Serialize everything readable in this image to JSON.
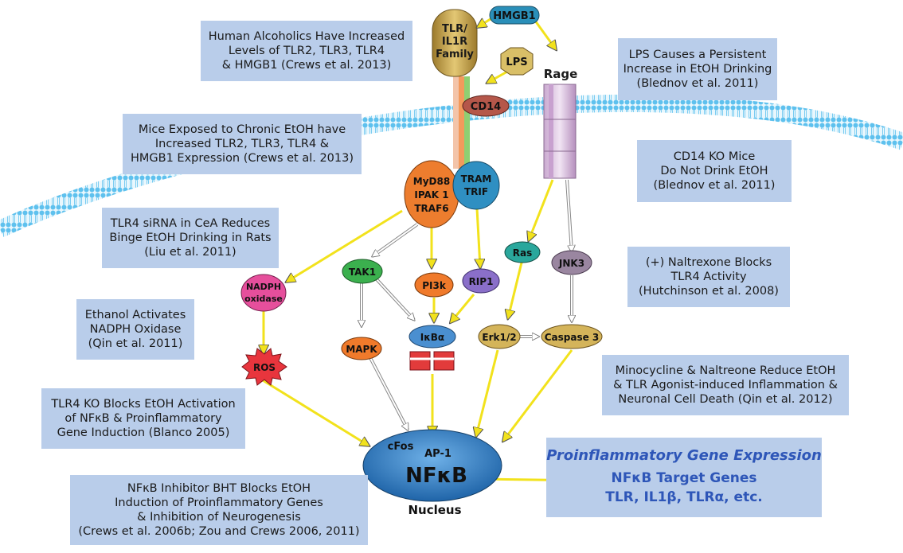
{
  "notes": {
    "human_alcoholics": [
      "Human Alcoholics Have Increased",
      "Levels of TLR2, TLR3, TLR4",
      "& HMGB1 (Crews et al. 2013)"
    ],
    "lps_drinking": [
      "LPS Causes a Persistent",
      "Increase in EtOH Drinking",
      "(Blednov et al. 2011)"
    ],
    "mice_chronic": [
      "Mice Exposed to Chronic EtOH have",
      "Increased TLR2, TLR3, TLR4 &",
      "HMGB1 Expression (Crews et al. 2013)"
    ],
    "cd14_ko": [
      "CD14 KO Mice",
      "Do Not Drink EtOH",
      "(Blednov et al. 2011)"
    ],
    "tlr4_sirna": [
      "TLR4 siRNA in CeA Reduces",
      "Binge EtOH Drinking in Rats",
      "(Liu et al. 2011)"
    ],
    "naltrexone": [
      "(+) Naltrexone Blocks",
      "TLR4 Activity",
      "(Hutchinson et al. 2008)"
    ],
    "ethanol_nadph": [
      "Ethanol Activates",
      "NADPH Oxidase",
      "(Qin et al. 2011)"
    ],
    "minocycline": [
      "Minocycline & Naltreone Reduce EtOH",
      "& TLR Agonist-induced Inflammation &",
      "Neuronal Cell Death (Qin et al. 2012)"
    ],
    "tlr4_ko": [
      "TLR4  KO Blocks EtOH Activation",
      "of NFκB & Proinflammatory",
      "Gene Induction (Blanco 2005)"
    ],
    "bht": [
      "NFκB Inhibitor BHT Blocks EtOH",
      "Induction of Proinflammatory Genes",
      "& Inhibition of Neurogenesis",
      "(Crews et al. 2006b; Zou and Crews 2006, 2011)"
    ]
  },
  "gene_expression": {
    "title": "Proinflammatory Gene Expression",
    "line1": "NFκB Target Genes",
    "line2": "TLR, IL1β, TLRα, etc."
  },
  "nodes": {
    "tlr_family": [
      "TLR/",
      "IL1R",
      "Family"
    ],
    "hmgb1": "HMGB1",
    "lps": "LPS",
    "rage": "Rage",
    "cd14": "CD14",
    "myd88": [
      "MyD88",
      "IPAK 1",
      "TRAF6"
    ],
    "tram": [
      "TRAM",
      "TRIF"
    ],
    "tak1": "TAK1",
    "pi3k": "PI3k",
    "rip1": "RIP1",
    "ras": "Ras",
    "jnk3": "JNK3",
    "nadph": [
      "NADPH",
      "oxidase"
    ],
    "ros": "ROS",
    "mapk": "MAPK",
    "ikba": "IκBα",
    "erk": "Erk1/2",
    "caspase3": "Caspase 3",
    "cfos": "cFos",
    "ap1": "AP-1",
    "nfkb": "NFκB",
    "nucleus": "Nucleus"
  },
  "colors": {
    "note_bg": "#b9cdea",
    "arrow_yellow": "#f2e21c",
    "membrane": "#69c5ee",
    "nucleus": "#2f7fc4",
    "gene_text": "#2e56b8"
  }
}
